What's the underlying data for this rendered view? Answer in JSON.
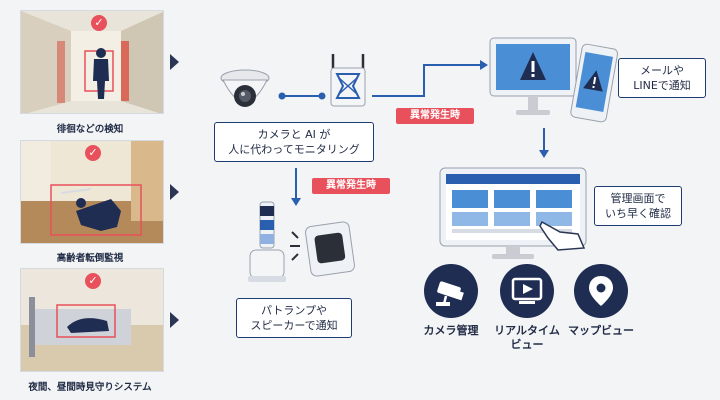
{
  "thumbnails": [
    {
      "caption": "徘徊などの検知"
    },
    {
      "caption": "高齢者転倒監視"
    },
    {
      "caption": "夜間、昼間時見守りシステム"
    }
  ],
  "flow": {
    "camera_ai_label_line1": "カメラと AI が",
    "camera_ai_label_line2": "人に代わってモニタリング",
    "alert_tag_top": "異常発生時",
    "alert_tag_left": "異常発生時",
    "notify_mail_line1": "メールや",
    "notify_mail_line2": "LINEで通知",
    "patlamp_line1": "パトランプや",
    "patlamp_line2": "スピーカーで通知",
    "dashboard_line1": "管理画面で",
    "dashboard_line2": "いち早く確認"
  },
  "features": [
    {
      "label_line1": "カメラ管理",
      "label_line2": "",
      "icon": "cctv-camera-icon"
    },
    {
      "label_line1": "リアルタイム",
      "label_line2": "ビュー",
      "icon": "monitor-play-icon"
    },
    {
      "label_line1": "マップビュー",
      "label_line2": "",
      "icon": "map-pin-icon"
    }
  ],
  "colors": {
    "navy": "#1f2d52",
    "alert": "#e8505b",
    "accent": "#2a5fb0"
  }
}
